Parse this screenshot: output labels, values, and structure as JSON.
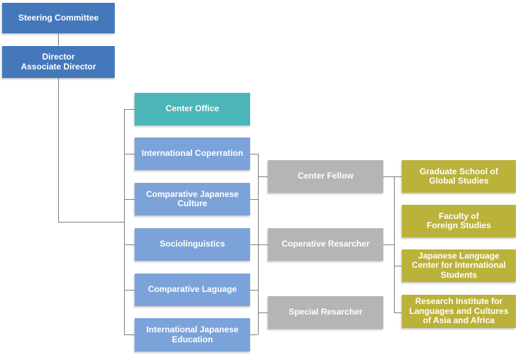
{
  "palette": {
    "governance_blue": "#4478BB",
    "center_office_teal": "#4CB5B8",
    "division_light_blue": "#7CA3D9",
    "researcher_gray": "#B5B5B5",
    "partner_olive": "#BBB23B",
    "connector_line": "#7F7F7F",
    "label_text": "#FFFFFF"
  },
  "org_chart": {
    "governance": {
      "steering_committee": "Steering Committee",
      "director": "Director\nAssociate Director"
    },
    "divisions": {
      "center_office": "Center Office",
      "international_cooperation": "International Coperration",
      "comparative_japanese_culture": "Comparative Japanese\nCulture",
      "sociolinguistics": "Sociolinguistics",
      "comparative_language": "Comparative Laguage",
      "international_japanese_education": "International Japanese\nEducation"
    },
    "researchers": {
      "center_fellow": "Center Fellow",
      "cooperative_researcher": "Coperative Resarcher",
      "special_researcher": "Special Resarcher"
    },
    "partners": {
      "graduate_school": "Graduate School of\nGlobal Studies",
      "faculty_foreign_studies": "Faculty of\nForeign Studies",
      "japanese_language_center": "Japanese Language\nCenter for International\nStudents",
      "research_institute": "Research Institute for\nLanguages and Cultures\nof Asia and Africa"
    }
  }
}
